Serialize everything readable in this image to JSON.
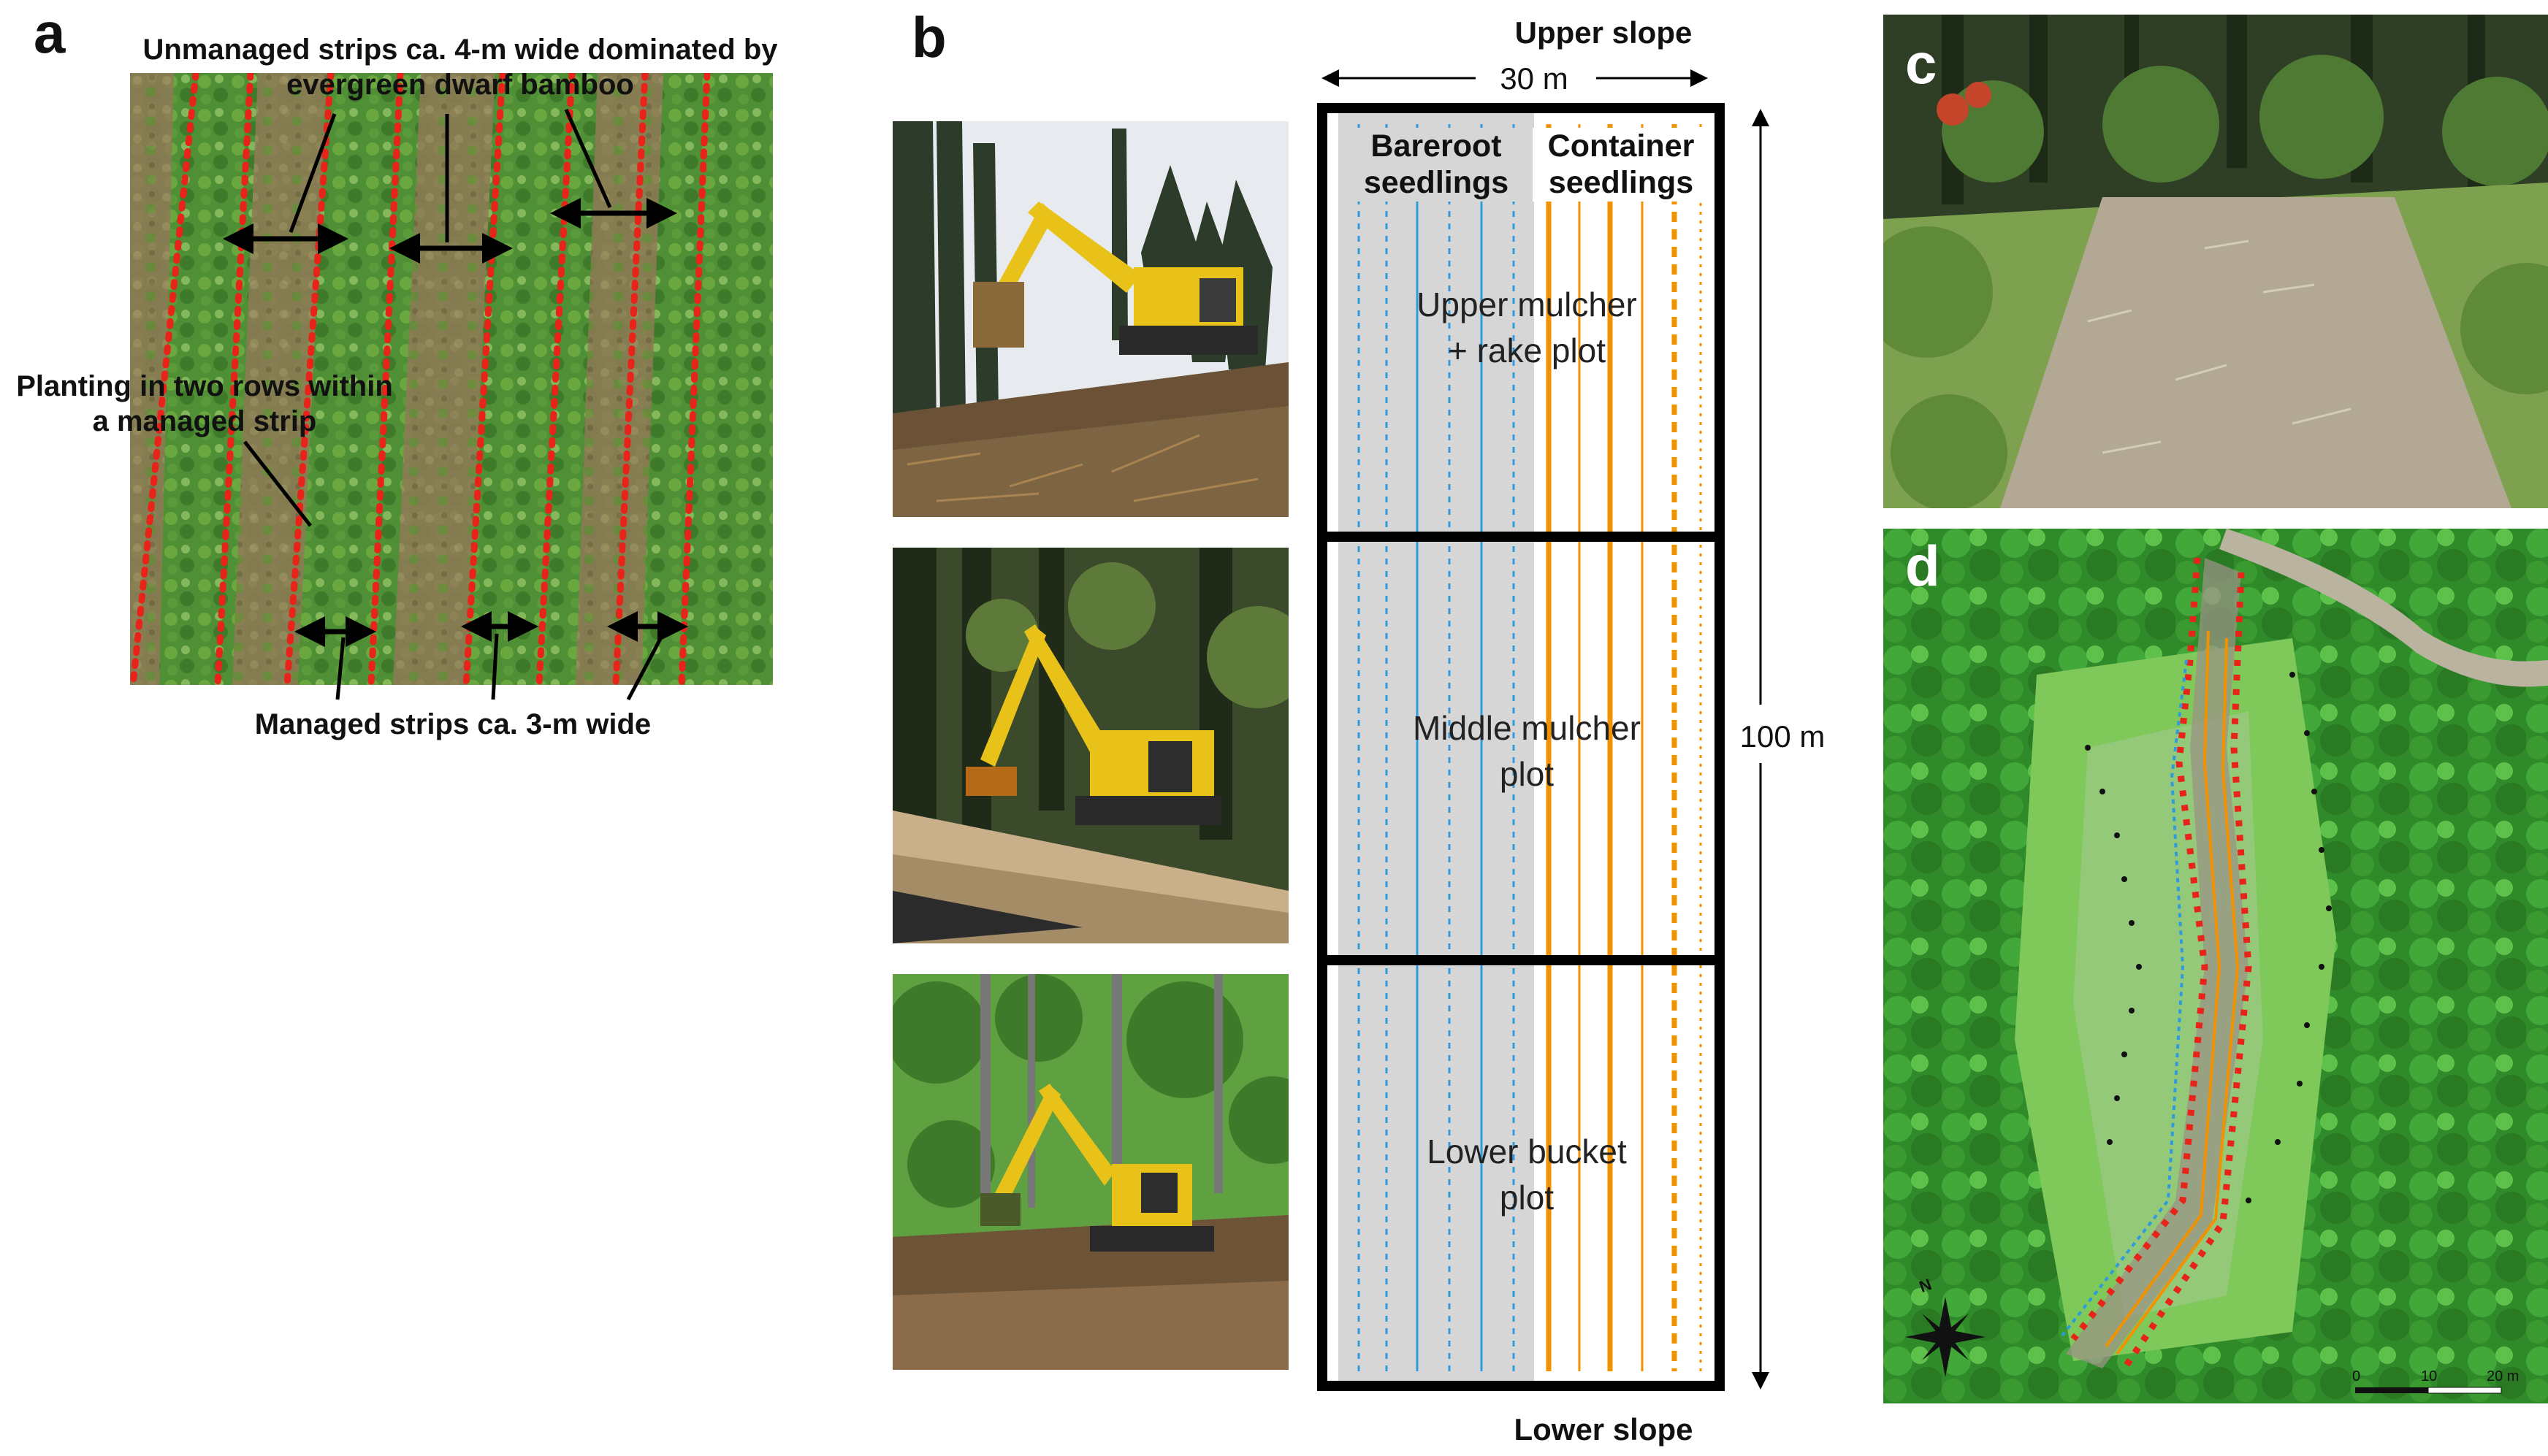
{
  "panels": {
    "a": {
      "letter": "a",
      "label_unmanaged": "Unmanaged strips ca. 4-m wide dominated by evergreen dwarf bamboo",
      "label_planting": "Planting in two rows within a managed strip",
      "label_managed": "Managed strips ca. 3-m wide"
    },
    "b": {
      "letter": "b",
      "upper_slope": "Upper slope",
      "lower_slope": "Lower slope",
      "width_label": "30 m",
      "height_label": "100 m",
      "bareroot": "Bareroot seedlings",
      "container": "Container seedlings",
      "plots": [
        {
          "name": "Upper mulcher + rake plot"
        },
        {
          "name": "Middle mulcher plot"
        },
        {
          "name": "Lower bucket plot"
        }
      ]
    },
    "c": {
      "letter": "c"
    },
    "d": {
      "letter": "d",
      "north": "N",
      "scale_ticks": [
        "0",
        "10",
        "20 m"
      ]
    }
  },
  "colors": {
    "dotted_line": "#e8231a",
    "bareroot_line": "#2f9bdc",
    "container_line": "#f39200",
    "shaded": "#d6d6d6"
  }
}
